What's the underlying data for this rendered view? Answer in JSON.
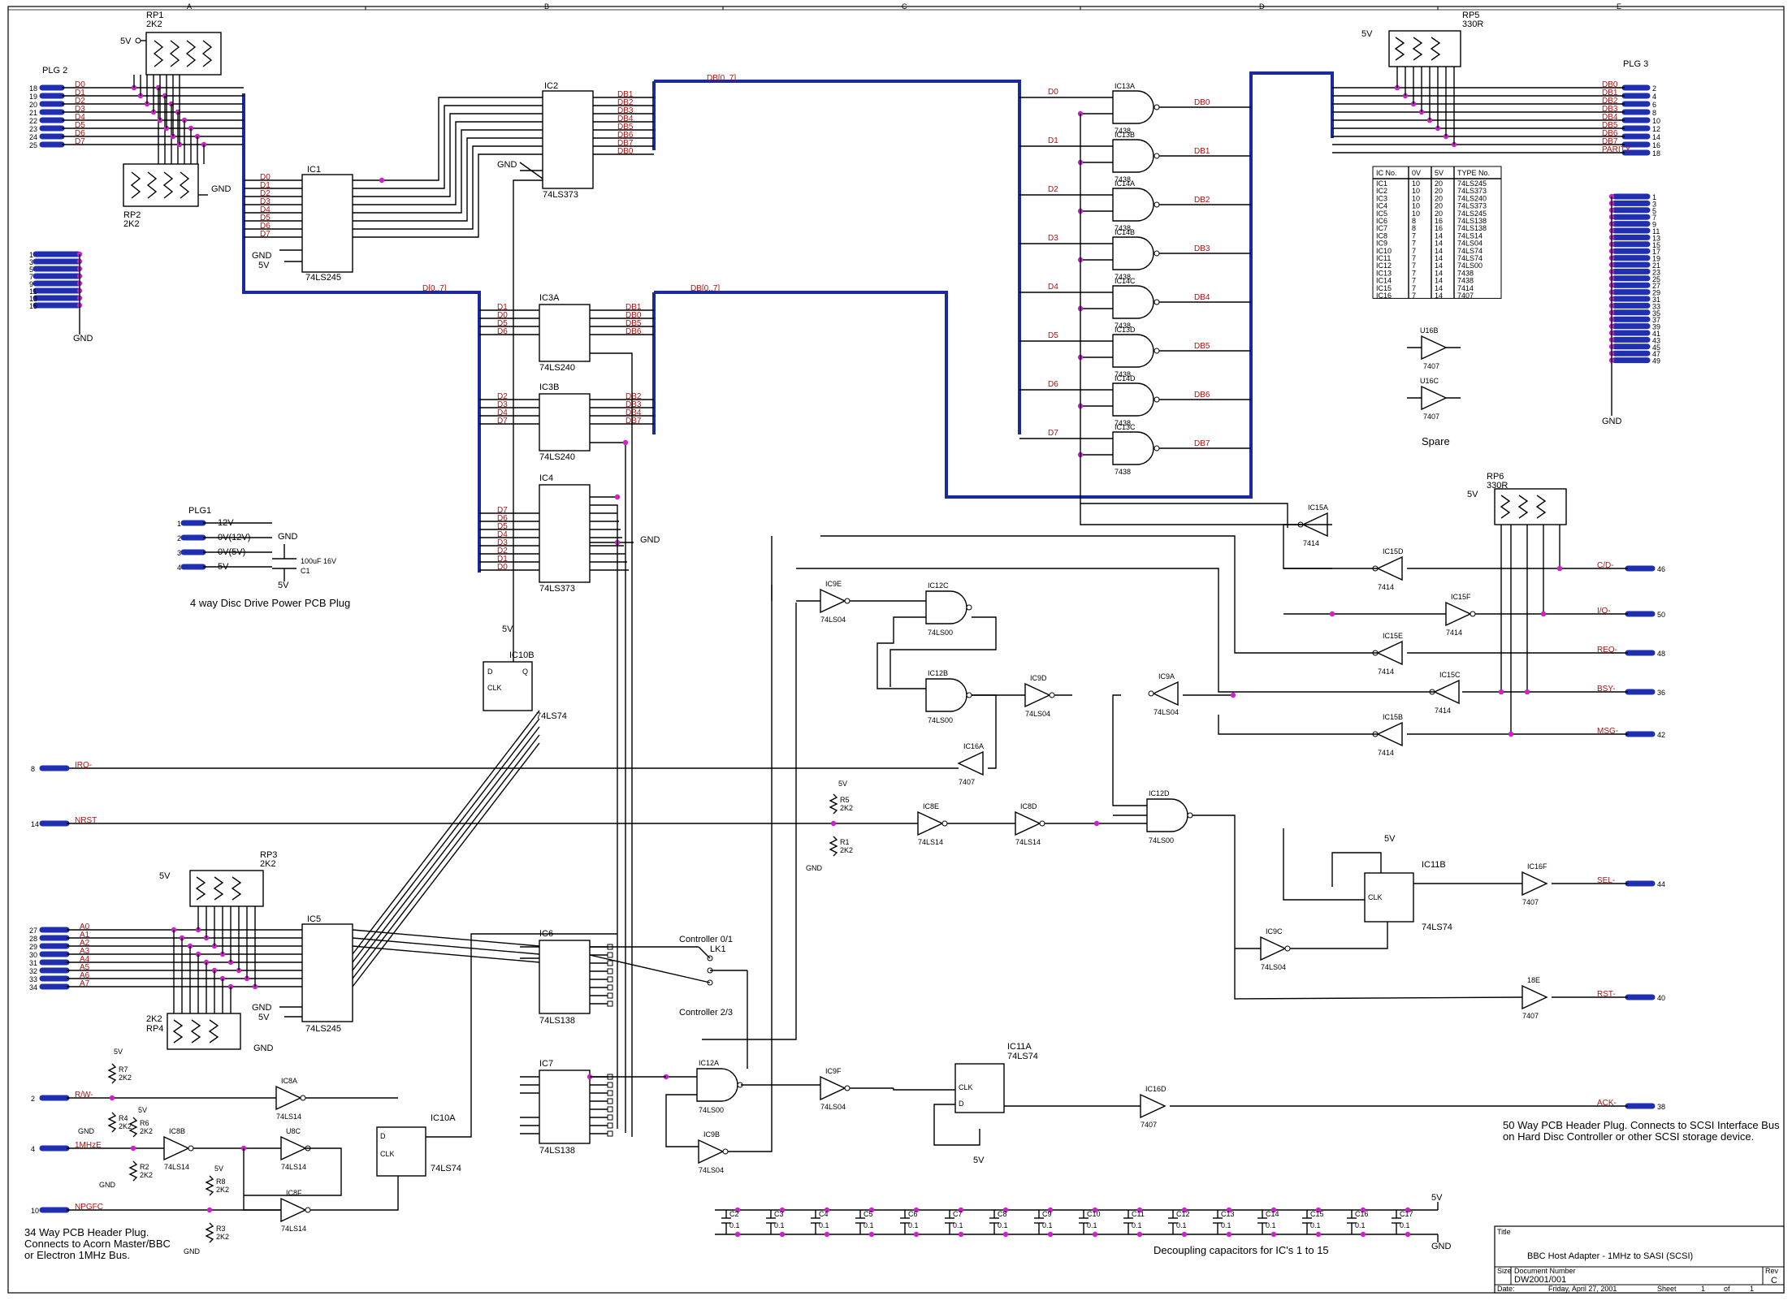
{
  "connectors": {
    "plg1": {
      "ref": "PLG1",
      "pins": [
        {
          "pin": "1",
          "net": "12V"
        },
        {
          "pin": "2",
          "net": "0V(12V)"
        },
        {
          "pin": "3",
          "net": "0V(5V)"
        },
        {
          "pin": "4",
          "net": "5V"
        }
      ],
      "caption": "4 way Disc Drive Power PCB Plug"
    },
    "plg2": {
      "ref": "PLG 2",
      "pins": [
        {
          "pin": "18",
          "net": "D0"
        },
        {
          "pin": "19",
          "net": "D1"
        },
        {
          "pin": "20",
          "net": "D2"
        },
        {
          "pin": "21",
          "net": "D3"
        },
        {
          "pin": "22",
          "net": "D4"
        },
        {
          "pin": "23",
          "net": "D5"
        },
        {
          "pin": "24",
          "net": "D6"
        },
        {
          "pin": "25",
          "net": "D7"
        }
      ],
      "gnd_pins": [
        "1",
        "3",
        "5",
        "7",
        "9",
        "11",
        "13",
        "15"
      ]
    },
    "plg3": {
      "ref": "PLG 3",
      "pins": [
        {
          "pin": "2",
          "net": "DB0"
        },
        {
          "pin": "4",
          "net": "DB1"
        },
        {
          "pin": "6",
          "net": "DB2"
        },
        {
          "pin": "8",
          "net": "DB3"
        },
        {
          "pin": "10",
          "net": "DB4"
        },
        {
          "pin": "12",
          "net": "DB5"
        },
        {
          "pin": "14",
          "net": "DB6"
        },
        {
          "pin": "16",
          "net": "DB7"
        },
        {
          "pin": "18",
          "net": "PARITY"
        }
      ],
      "gnd_pins": [
        "1",
        "3",
        "5",
        "7",
        "9",
        "11",
        "13",
        "15",
        "17",
        "19",
        "21",
        "23",
        "25",
        "27",
        "29",
        "31",
        "33",
        "35",
        "37",
        "39",
        "41",
        "43",
        "45",
        "47",
        "49"
      ]
    },
    "scsi_pins": [
      {
        "pin": "46",
        "net": "C/D-"
      },
      {
        "pin": "50",
        "net": "I/O-"
      },
      {
        "pin": "48",
        "net": "REQ-"
      },
      {
        "pin": "36",
        "net": "BSY-"
      },
      {
        "pin": "42",
        "net": "MSG-"
      },
      {
        "pin": "44",
        "net": "SEL-"
      },
      {
        "pin": "40",
        "net": "RST-"
      },
      {
        "pin": "38",
        "net": "ACK-"
      }
    ],
    "bbc_pins": [
      {
        "pin": "8",
        "net": "IRQ-"
      },
      {
        "pin": "14",
        "net": "NRST"
      },
      {
        "pin": "2",
        "net": "R/W-"
      },
      {
        "pin": "4",
        "net": "1MHzE"
      },
      {
        "pin": "10",
        "net": "NPGFC"
      }
    ],
    "addr_pins": [
      {
        "pin": "27",
        "net": "A0"
      },
      {
        "pin": "28",
        "net": "A1"
      },
      {
        "pin": "29",
        "net": "A2"
      },
      {
        "pin": "30",
        "net": "A3"
      },
      {
        "pin": "31",
        "net": "A4"
      },
      {
        "pin": "32",
        "net": "A5"
      },
      {
        "pin": "33",
        "net": "A6"
      },
      {
        "pin": "34",
        "net": "A7"
      }
    ]
  },
  "chips": {
    "ic1": {
      "ref": "IC1",
      "type": "74LS245"
    },
    "ic2": {
      "ref": "IC2",
      "type": "74LS373"
    },
    "ic3a": {
      "ref": "IC3A",
      "type": "74LS240"
    },
    "ic3b": {
      "ref": "IC3B",
      "type": "74LS240"
    },
    "ic4": {
      "ref": "IC4",
      "type": "74LS373"
    },
    "ic5": {
      "ref": "IC5",
      "type": "74LS245"
    },
    "ic6": {
      "ref": "IC6",
      "type": "74LS138"
    },
    "ic7": {
      "ref": "IC7",
      "type": "74LS138"
    },
    "ic10b": {
      "ref": "IC10B",
      "type": "74LS74"
    },
    "ic10a": {
      "ref": "IC10A",
      "type": "74LS74"
    },
    "ic11a": {
      "ref": "IC11A",
      "type": "74LS74"
    },
    "ic11b": {
      "ref": "IC11B",
      "type": "74LS74"
    }
  },
  "gates": {
    "ic13a": "IC13A",
    "ic13b": "IC13B",
    "ic14a": "IC14A",
    "ic14b": "IC14B",
    "ic14c": "IC14C",
    "ic13d": "IC13D",
    "ic14d": "IC14D",
    "ic13c": "IC13C",
    "nand_type": "7438",
    "ic12c": "IC12C",
    "ic12b": "IC12B",
    "ic12d": "IC12D",
    "ic12a": "IC12A",
    "ls00": "74LS00",
    "ic9e": "IC9E",
    "ic9d": "IC9D",
    "ic9a": "IC9A",
    "ic9c": "IC9C",
    "ic9f": "IC9F",
    "ic9b": "IC9B",
    "ls04": "74LS04",
    "ic15a": "IC15A",
    "ic15d": "IC15D",
    "ic15f": "IC15F",
    "ic15e": "IC15E",
    "ic15c": "IC15C",
    "ic15b": "IC15B",
    "t7414": "7414",
    "ic16a": "IC16A",
    "ic16f": "IC16F",
    "ic16d": "IC16D",
    "ic18e": "18E",
    "u16b": "U16B",
    "u16c": "U16C",
    "t7407": "7407",
    "ic8e": "IC8E",
    "ic8d": "IC8D",
    "ic8a": "IC8A",
    "ic8b": "IC8B",
    "ic8c": "U8C",
    "ic8f": "IC8F",
    "ls14": "74LS14",
    "spare": "Spare"
  },
  "resistors": {
    "rp1": "RP1",
    "rp1v": "2K2",
    "rp2": "RP2",
    "rp2v": "2K2",
    "rp3": "RP3",
    "rp3v": "2K2",
    "rp4": "RP4",
    "rp4v": "2K2",
    "rp5": "RP5",
    "rp5v": "330R",
    "rp6": "RP6",
    "rp6v": "330R",
    "r1": "R1",
    "r2": "R2",
    "r3": "R3",
    "r4": "R4",
    "r5": "R5",
    "r6": "R6",
    "r7": "R7",
    "r8": "R8",
    "rv": "2K2"
  },
  "bus_labels": {
    "d": "D[0..7]",
    "db": "DB[0..7]"
  },
  "ic_table": {
    "headers": [
      "IC No.",
      "0V",
      "5V",
      "TYPE No."
    ],
    "rows": [
      [
        "IC1",
        "10",
        "20",
        "74LS245"
      ],
      [
        "IC2",
        "10",
        "20",
        "74LS373"
      ],
      [
        "IC3",
        "10",
        "20",
        "74LS240"
      ],
      [
        "IC4",
        "10",
        "20",
        "74LS373"
      ],
      [
        "IC5",
        "10",
        "20",
        "74LS245"
      ],
      [
        "IC6",
        "8",
        "16",
        "74LS138"
      ],
      [
        "IC7",
        "8",
        "16",
        "74LS138"
      ],
      [
        "IC8",
        "7",
        "14",
        "74LS14"
      ],
      [
        "IC9",
        "7",
        "14",
        "74LS04"
      ],
      [
        "IC10",
        "7",
        "14",
        "74LS74"
      ],
      [
        "IC11",
        "7",
        "14",
        "74LS74"
      ],
      [
        "IC12",
        "7",
        "14",
        "74LS00"
      ],
      [
        "IC13",
        "7",
        "14",
        "7438"
      ],
      [
        "IC14",
        "7",
        "14",
        "7438"
      ],
      [
        "IC15",
        "7",
        "14",
        "7414"
      ],
      [
        "IC16",
        "7",
        "14",
        "7407"
      ]
    ]
  },
  "capacitors": {
    "c1": {
      "ref": "C1",
      "value": "100uF 16V"
    },
    "list": [
      {
        "ref": "C2",
        "value": "0.1"
      },
      {
        "ref": "C3",
        "value": "0.1"
      },
      {
        "ref": "C4",
        "value": "0.1"
      },
      {
        "ref": "C5",
        "value": "0.1"
      },
      {
        "ref": "C6",
        "value": "0.1"
      },
      {
        "ref": "C7",
        "value": "0.1"
      },
      {
        "ref": "C8",
        "value": "0.1"
      },
      {
        "ref": "C9",
        "value": "0.1"
      },
      {
        "ref": "C10",
        "value": "0.1"
      },
      {
        "ref": "C11",
        "value": "0.1"
      },
      {
        "ref": "C12",
        "value": "0.1"
      },
      {
        "ref": "C13",
        "value": "0.1"
      },
      {
        "ref": "C14",
        "value": "0.1"
      },
      {
        "ref": "C15",
        "value": "0.1"
      },
      {
        "ref": "C16",
        "value": "0.1"
      },
      {
        "ref": "C17",
        "value": "0.1"
      }
    ],
    "caption": "Decoupling capacitors for IC's 1 to 15"
  },
  "link": {
    "ref": "LK1",
    "top": "Controller 0/1",
    "bottom": "Controller 2/3"
  },
  "power": {
    "v5": "5V",
    "gnd": "GND"
  },
  "notes": {
    "bbc": [
      "34 Way PCB Header Plug.",
      "Connects to Acorn Master/BBC",
      "or Electron 1MHz Bus."
    ],
    "scsi": [
      "50 Way PCB Header Plug.  Connects to SCSI Interface Bus",
      "on Hard Disc Controller or other SCSI storage device."
    ]
  },
  "title_block": {
    "title_label": "Title",
    "title": "BBC Host Adapter - 1MHz to SASI (SCSI)",
    "size_label": "Size",
    "doc_label": "Document Number",
    "doc": "DW2001/001",
    "rev_label": "Rev",
    "rev": "C",
    "date_label": "Date:",
    "date": "Friday, April 27, 2001",
    "sheet_label": "Sheet",
    "sheet": "1",
    "of": "of",
    "sheets": "1"
  },
  "grid_letters": [
    "A",
    "B",
    "C",
    "D",
    "E"
  ]
}
